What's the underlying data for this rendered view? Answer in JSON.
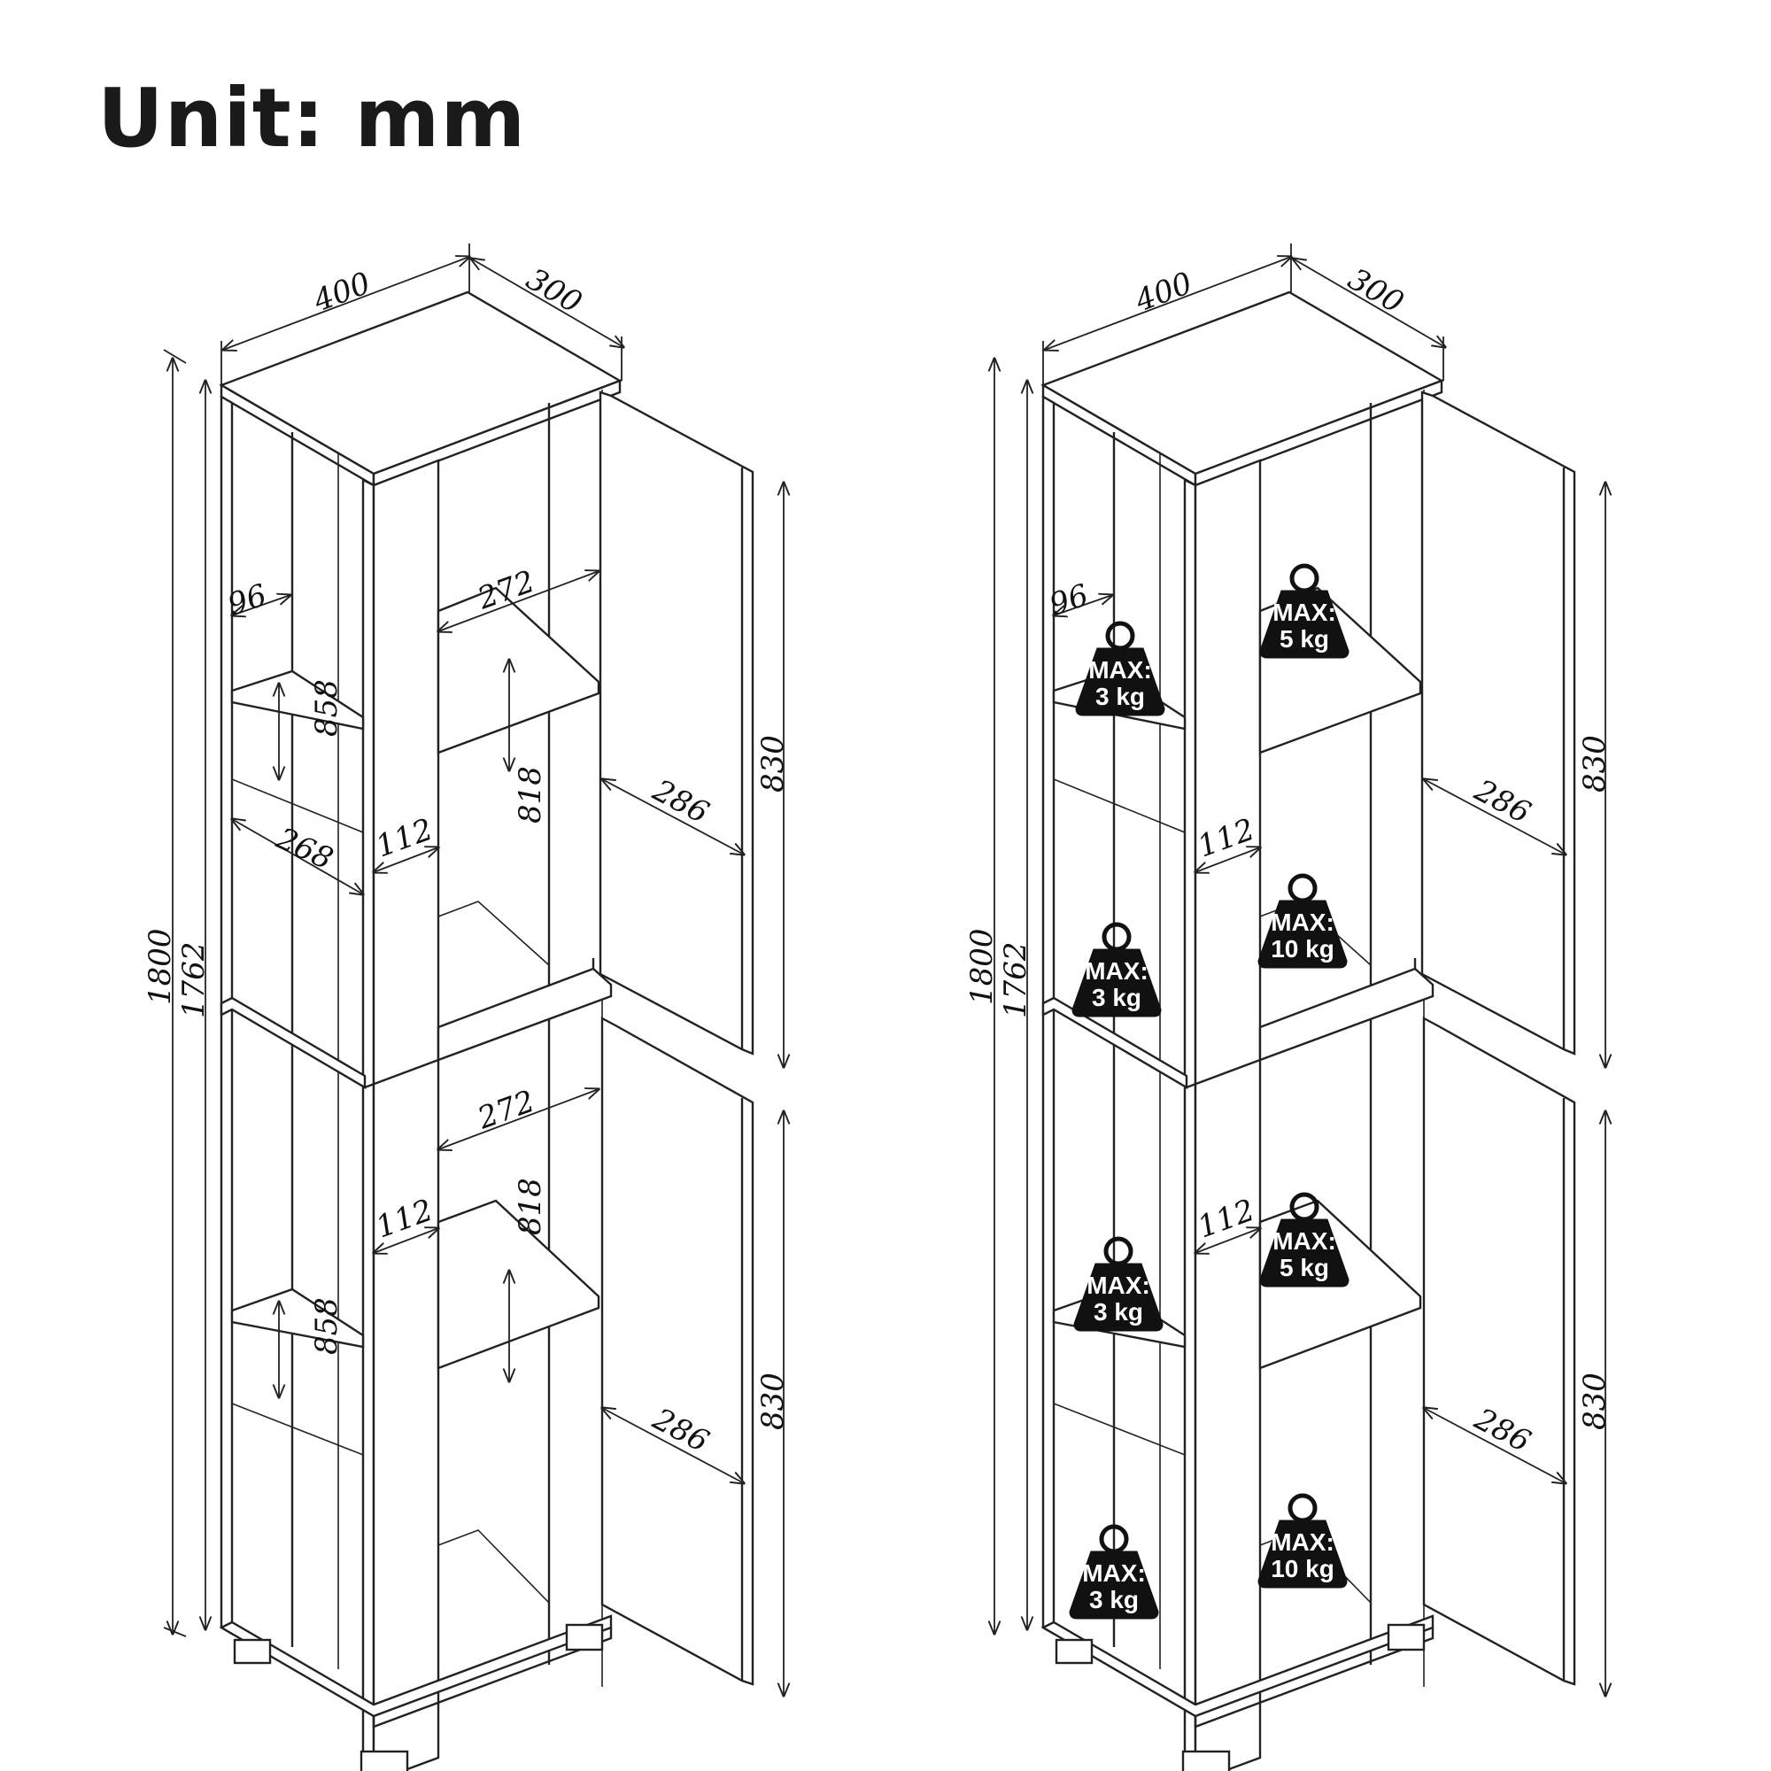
{
  "title": "Unit: mm",
  "dimensions": {
    "width": "400",
    "depth": "300",
    "total_height": "1800",
    "body_height": "1762",
    "door_height": "830",
    "door_width": "286",
    "shelf_depth": "272",
    "side_shelf_width": "268",
    "side_opening_width": "96",
    "side_opening_height": "858",
    "center_compartment_width": "112",
    "center_compartment_height": "818"
  },
  "load_labels": {
    "max_prefix": "MAX:",
    "side_load": "3 kg",
    "shelf_load": "5 kg",
    "base_load": "10 kg"
  }
}
